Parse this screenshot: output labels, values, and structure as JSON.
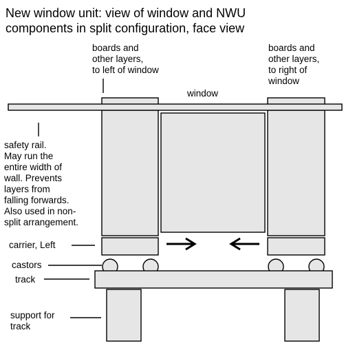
{
  "title": {
    "line1": "New window unit: view of window and NWU",
    "line2": "components in split configuration, face view"
  },
  "labels": {
    "boards_left": [
      "boards and",
      "other layers,",
      "to left of window"
    ],
    "boards_right": [
      "boards and",
      "other layers,",
      "to right of",
      "window"
    ],
    "window": "window",
    "safety_rail": [
      "safety rail.",
      "May run the",
      "entire width of",
      "wall. Prevents",
      "layers from",
      "falling forwards.",
      "Also used in non-",
      "split arrangement."
    ],
    "carrier_left": "carrier, Left",
    "castors": "castors",
    "track": "track",
    "support": [
      "support for",
      "track"
    ]
  }
}
